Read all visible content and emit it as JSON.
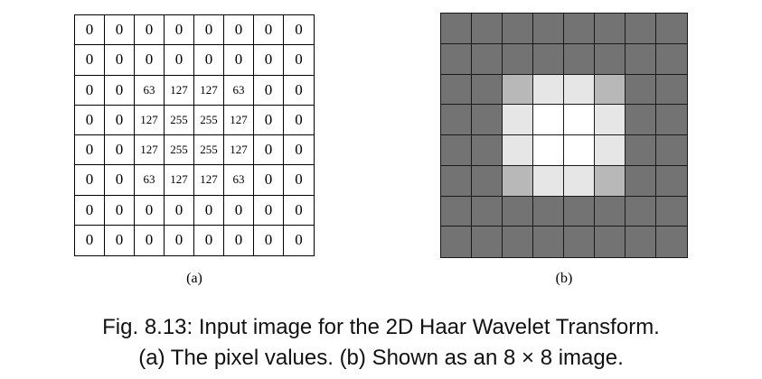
{
  "figure": {
    "pixel_values": [
      [
        "0",
        "0",
        "0",
        "0",
        "0",
        "0",
        "0",
        "0"
      ],
      [
        "0",
        "0",
        "0",
        "0",
        "0",
        "0",
        "0",
        "0"
      ],
      [
        "0",
        "0",
        "63",
        "127",
        "127",
        "63",
        "0",
        "0"
      ],
      [
        "0",
        "0",
        "127",
        "255",
        "255",
        "127",
        "0",
        "0"
      ],
      [
        "0",
        "0",
        "127",
        "255",
        "255",
        "127",
        "0",
        "0"
      ],
      [
        "0",
        "0",
        "63",
        "127",
        "127",
        "63",
        "0",
        "0"
      ],
      [
        "0",
        "0",
        "0",
        "0",
        "0",
        "0",
        "0",
        "0"
      ],
      [
        "0",
        "0",
        "0",
        "0",
        "0",
        "0",
        "0",
        "0"
      ]
    ],
    "label_a": "(a)",
    "label_b": "(b)",
    "caption_line1": "Fig. 8.13: Input image for the 2D Haar Wavelet Transform.",
    "caption_line2": "(a) The pixel values. (b) Shown as an 8 × 8 image.",
    "gray_colors": {
      "0": "#737373",
      "63": "#b8b8b8",
      "127": "#e6e6e6",
      "255": "#ffffff"
    }
  }
}
